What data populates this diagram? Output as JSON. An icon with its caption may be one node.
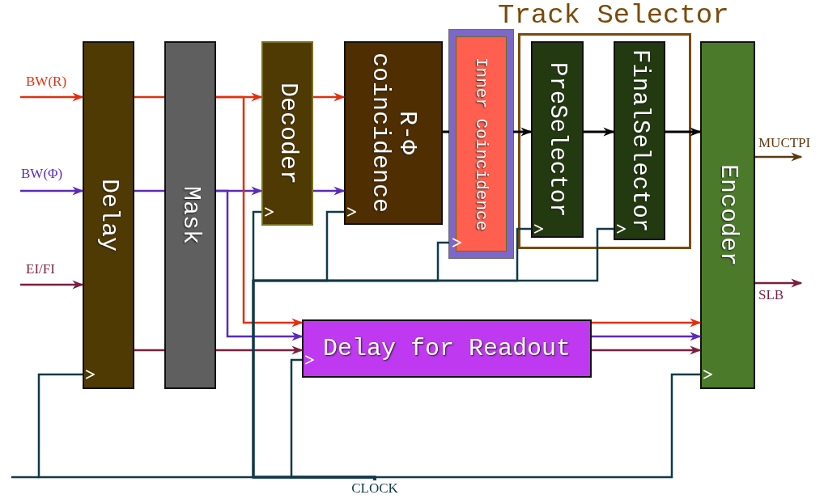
{
  "diagram": {
    "nodes": [
      {
        "text": [
          "Delay"
        ]
      },
      {
        "text": [
          "Mask"
        ]
      },
      {
        "text": [
          "Decoder"
        ]
      },
      {
        "text": [
          "R-Φ coincidence"
        ]
      },
      {
        "text": [
          "Inner Coincidence"
        ]
      },
      {
        "text": [
          "Track Selector"
        ]
      },
      {
        "text": [
          "PreSelector"
        ],
        "in": 5
      },
      {
        "text": [
          "FinalSelector"
        ],
        "in": 5
      },
      {
        "text": [
          "Encoder"
        ]
      },
      {
        "text": [
          "Delay for Readout"
        ]
      },
      {
        "text": [
          "CLOCK"
        ]
      }
    ],
    "edges": [
      {
        "from": null,
        "to": 0,
        "arrow": "to",
        "label": "BW(R)",
        "color": "#e0300f"
      },
      {
        "from": null,
        "to": 0,
        "arrow": "to",
        "label": "BW(Φ)",
        "color": "#5a2bb8"
      },
      {
        "from": null,
        "to": 0,
        "arrow": "to",
        "label": "EI/FI",
        "color": "#7a1f3f"
      },
      {
        "from": 0,
        "to": 1,
        "arrow": "none",
        "color": "#e0300f"
      },
      {
        "from": 0,
        "to": 1,
        "arrow": "none",
        "color": "#5a2bb8"
      },
      {
        "from": 0,
        "to": 1,
        "arrow": "none",
        "color": "#7a1f3f"
      },
      {
        "from": 1,
        "to": 2,
        "arrow": "to",
        "color": "#e0300f"
      },
      {
        "from": 1,
        "to": 2,
        "arrow": "to",
        "color": "#5a2bb8"
      },
      {
        "from": 2,
        "to": 3,
        "arrow": "to",
        "color": "#e0300f"
      },
      {
        "from": 2,
        "to": 3,
        "arrow": "to",
        "color": "#5a2bb8"
      },
      {
        "from": 3,
        "to": 4,
        "arrow": "none",
        "color": "#000000"
      },
      {
        "from": 4,
        "to": 6,
        "arrow": "to",
        "color": "#000000"
      },
      {
        "from": 6,
        "to": 7,
        "arrow": "to",
        "color": "#000000"
      },
      {
        "from": 7,
        "to": 8,
        "arrow": "to",
        "color": "#000000"
      },
      {
        "from": 1,
        "to": 9,
        "arrow": "to",
        "color": "#e0300f"
      },
      {
        "from": 1,
        "to": 9,
        "arrow": "to",
        "color": "#5a2bb8"
      },
      {
        "from": 1,
        "to": 9,
        "arrow": "to",
        "color": "#7a1f3f"
      },
      {
        "from": 9,
        "to": 8,
        "arrow": "to",
        "color": "#e0300f"
      },
      {
        "from": 9,
        "to": 8,
        "arrow": "to",
        "color": "#5a2bb8"
      },
      {
        "from": 9,
        "to": 8,
        "arrow": "to",
        "color": "#7a1f3f"
      },
      {
        "from": 8,
        "to": null,
        "arrow": "to",
        "label": "MUCTPI",
        "color": "#5a3a10"
      },
      {
        "from": 8,
        "to": null,
        "arrow": "to",
        "label": "SLB",
        "color": "#7a1f3f"
      },
      {
        "from": 10,
        "to": 0,
        "arrow": "to",
        "color": "#0f3a4a"
      },
      {
        "from": 10,
        "to": 2,
        "arrow": "to",
        "color": "#0f3a4a"
      },
      {
        "from": 10,
        "to": 3,
        "arrow": "to",
        "color": "#0f3a4a"
      },
      {
        "from": 10,
        "to": 4,
        "arrow": "to",
        "color": "#0f3a4a"
      },
      {
        "from": 10,
        "to": 6,
        "arrow": "to",
        "color": "#0f3a4a"
      },
      {
        "from": 10,
        "to": 7,
        "arrow": "to",
        "color": "#0f3a4a"
      },
      {
        "from": 10,
        "to": 9,
        "arrow": "to",
        "color": "#0f3a4a"
      },
      {
        "from": 10,
        "to": 8,
        "arrow": "to",
        "color": "#0f3a4a"
      }
    ]
  }
}
